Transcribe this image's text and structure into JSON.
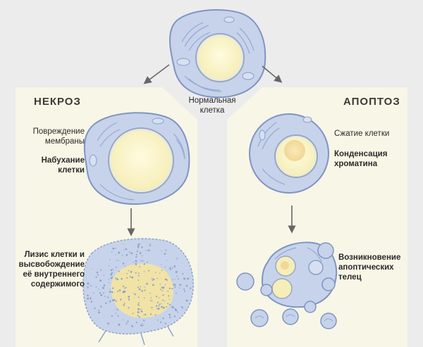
{
  "top": {
    "normal_cell_label": "Нормальная\nклетка"
  },
  "necrosis": {
    "heading": "НЕКРОЗ",
    "label_membrane": "Повреждение\nмембраны",
    "label_swelling": "Набухание\nклетки",
    "label_lysis": "Лизис клетки и\nвысвобождение\nеё внутреннего\nсодержимого"
  },
  "apoptosis": {
    "heading": "АПОПТОЗ",
    "label_shrink": "Сжатие клетки",
    "label_condense": "Конденсация\nхроматина",
    "label_bodies": "Возникновение\nапоптических\nтелец"
  },
  "colors": {
    "background": "#ececec",
    "panel": "#f8f6e6",
    "cytoplasm": "#c6d3ea",
    "membrane": "#7f94c3",
    "nucleus": "#fbf6cc",
    "arrow": "#666666"
  }
}
